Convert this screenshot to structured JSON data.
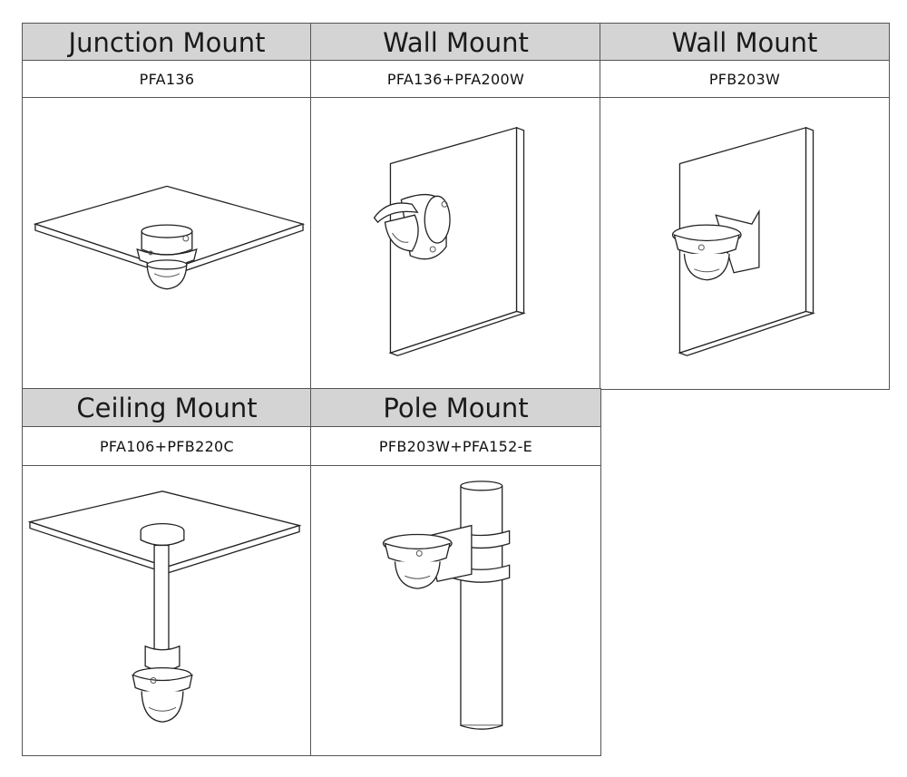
{
  "mounts": [
    {
      "title": "Junction Mount",
      "model": "PFA136",
      "illustration": "junction-mount-illustration"
    },
    {
      "title": "Wall Mount",
      "model": "PFA136+PFA200W",
      "illustration": "wall-mount-junction-illustration"
    },
    {
      "title": "Wall Mount",
      "model": "PFB203W",
      "illustration": "wall-mount-bracket-illustration"
    },
    {
      "title": "Ceiling Mount",
      "model": "PFA106+PFB220C",
      "illustration": "ceiling-mount-illustration"
    },
    {
      "title": "Pole Mount",
      "model": "PFB203W+PFA152-E",
      "illustration": "pole-mount-illustration"
    }
  ]
}
